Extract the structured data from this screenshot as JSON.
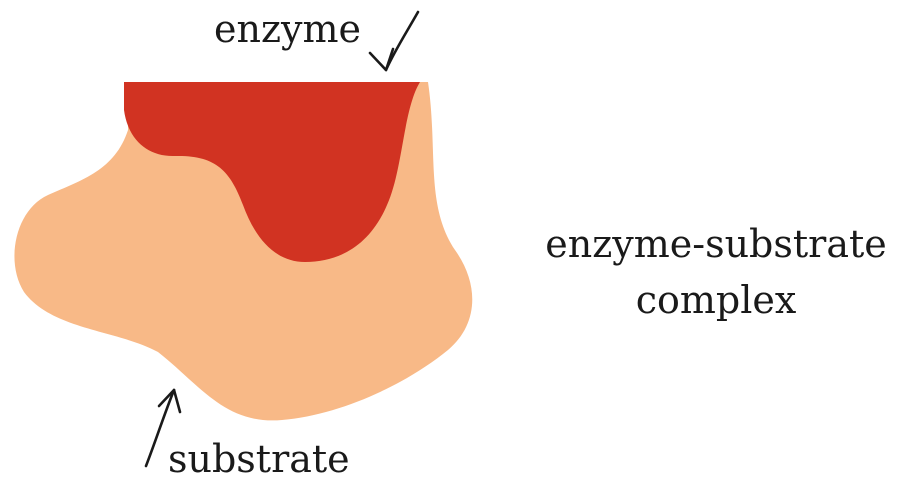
{
  "labels": {
    "enzyme": "enzyme",
    "substrate": "substrate",
    "complex_line1": "enzyme-substrate",
    "complex_line2": "complex"
  },
  "colors": {
    "substrate_fill": "#F8B987",
    "enzyme_fill": "#D13322",
    "arrow_stroke": "#1a1a1a",
    "text": "#1a1a1a",
    "background": "#ffffff"
  }
}
